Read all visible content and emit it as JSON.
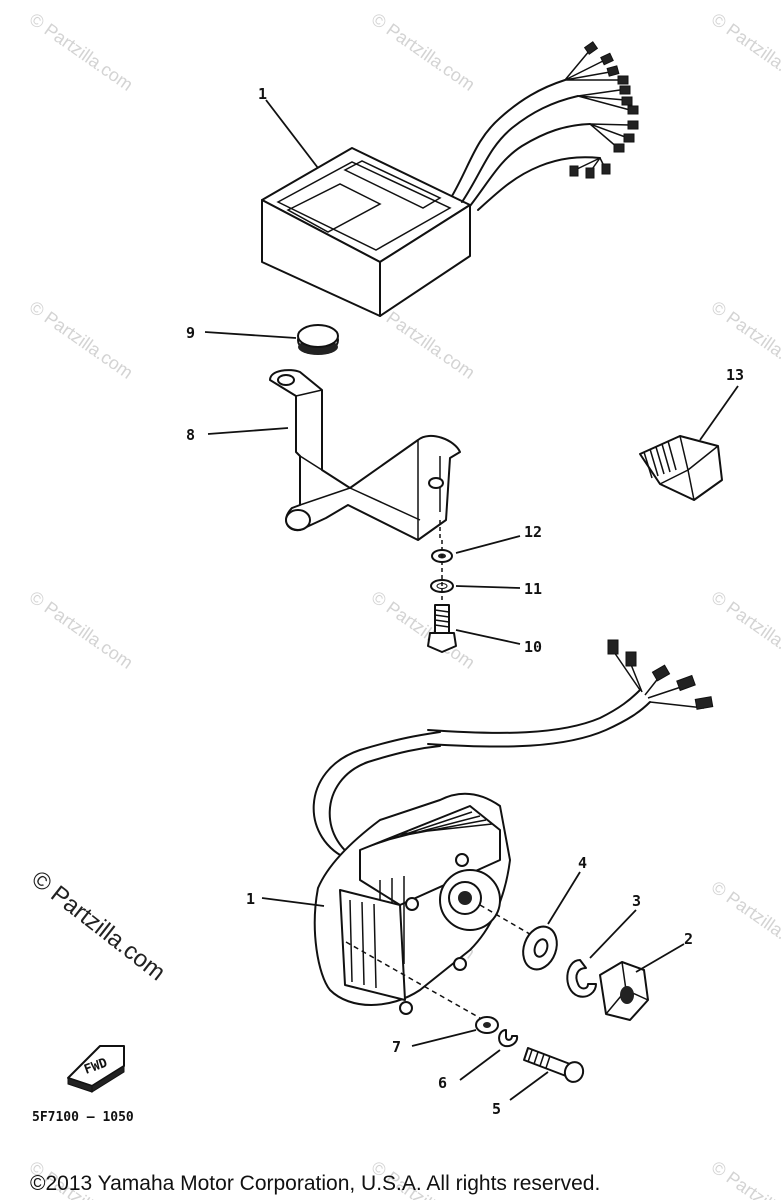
{
  "diagram": {
    "drawing_number": "5F7100 – 1050",
    "fwd_badge": "FWD",
    "copyright": "©2013  Yamaha Motor Corporation, U.S.A. All rights reserved.",
    "side_watermark": "© Partzilla.com",
    "watermark_text": "© Partzilla.com",
    "callouts": {
      "c1_top": "1",
      "c9": "9",
      "c8": "8",
      "c13": "13",
      "c12": "12",
      "c11": "11",
      "c10": "10",
      "c1_bottom": "1",
      "c4": "4",
      "c3": "3",
      "c2": "2",
      "c7": "7",
      "c6": "6",
      "c5": "5"
    },
    "parts": [
      "cdi-unit",
      "rubber-cap",
      "bracket",
      "plug",
      "nut",
      "spring-washer",
      "bolt",
      "stator-base-assembly",
      "plain-washer",
      "lock-washer",
      "hex-nut",
      "small-washer",
      "small-lock-washer",
      "screw"
    ],
    "colors": {
      "ink": "#111111",
      "paper": "#ffffff",
      "watermark": "#c9c9c9"
    }
  }
}
